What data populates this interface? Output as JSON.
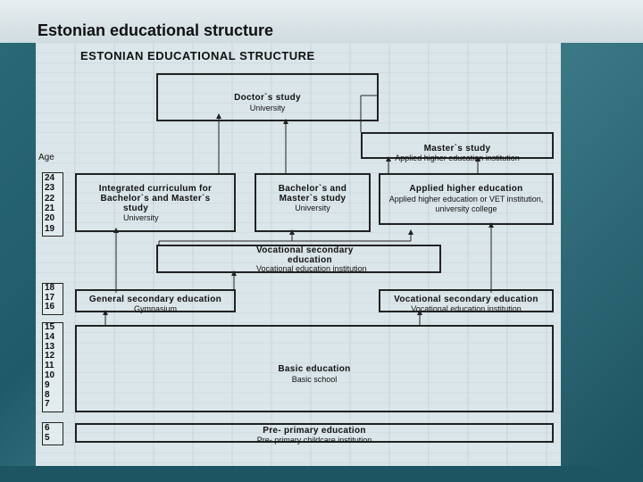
{
  "slide": {
    "title": "Estonian educational structure"
  },
  "diagram": {
    "title": "ESTONIAN EDUCATIONAL STRUCTURE",
    "age_label": "Age",
    "ages_higher": [
      "24",
      "23",
      "22",
      "21",
      "20",
      "19"
    ],
    "ages_upper_secondary": [
      "18",
      "17",
      "16"
    ],
    "ages_basic": [
      "15",
      "14",
      "13",
      "12",
      "11",
      "10",
      "9",
      "8",
      "7"
    ],
    "ages_preprimary": [
      "6",
      "5"
    ],
    "boxes": {
      "doctor": {
        "title": "Doctor`s study",
        "sub": "University"
      },
      "master": {
        "title": "Master`s study",
        "sub": "Applied higher education institution"
      },
      "integrated": {
        "title_1": "Integrated curriculum for",
        "title_2": "Bachelor`s and Master`s",
        "title_3": "study",
        "sub": "University"
      },
      "bachelor": {
        "title_1": "Bachelor`s and",
        "title_2": "Master`s study",
        "sub": "University"
      },
      "applied": {
        "title": "Applied higher education",
        "sub_1": "Applied higher education or VET institution,",
        "sub_2": "university college"
      },
      "voc_post": {
        "title_1": "Vocational secondary",
        "title_2": "education",
        "sub": "Vocational education institution"
      },
      "general_sec": {
        "title": "General secondary education",
        "sub": "Gymnasium"
      },
      "voc_sec": {
        "title": "Vocational secondary education",
        "sub": "Vocational education institution"
      },
      "basic": {
        "title": "Basic education",
        "sub": "Basic school"
      },
      "preprimary": {
        "title": "Pre- primary education",
        "sub": "Pre- primary childcare institution"
      }
    }
  }
}
